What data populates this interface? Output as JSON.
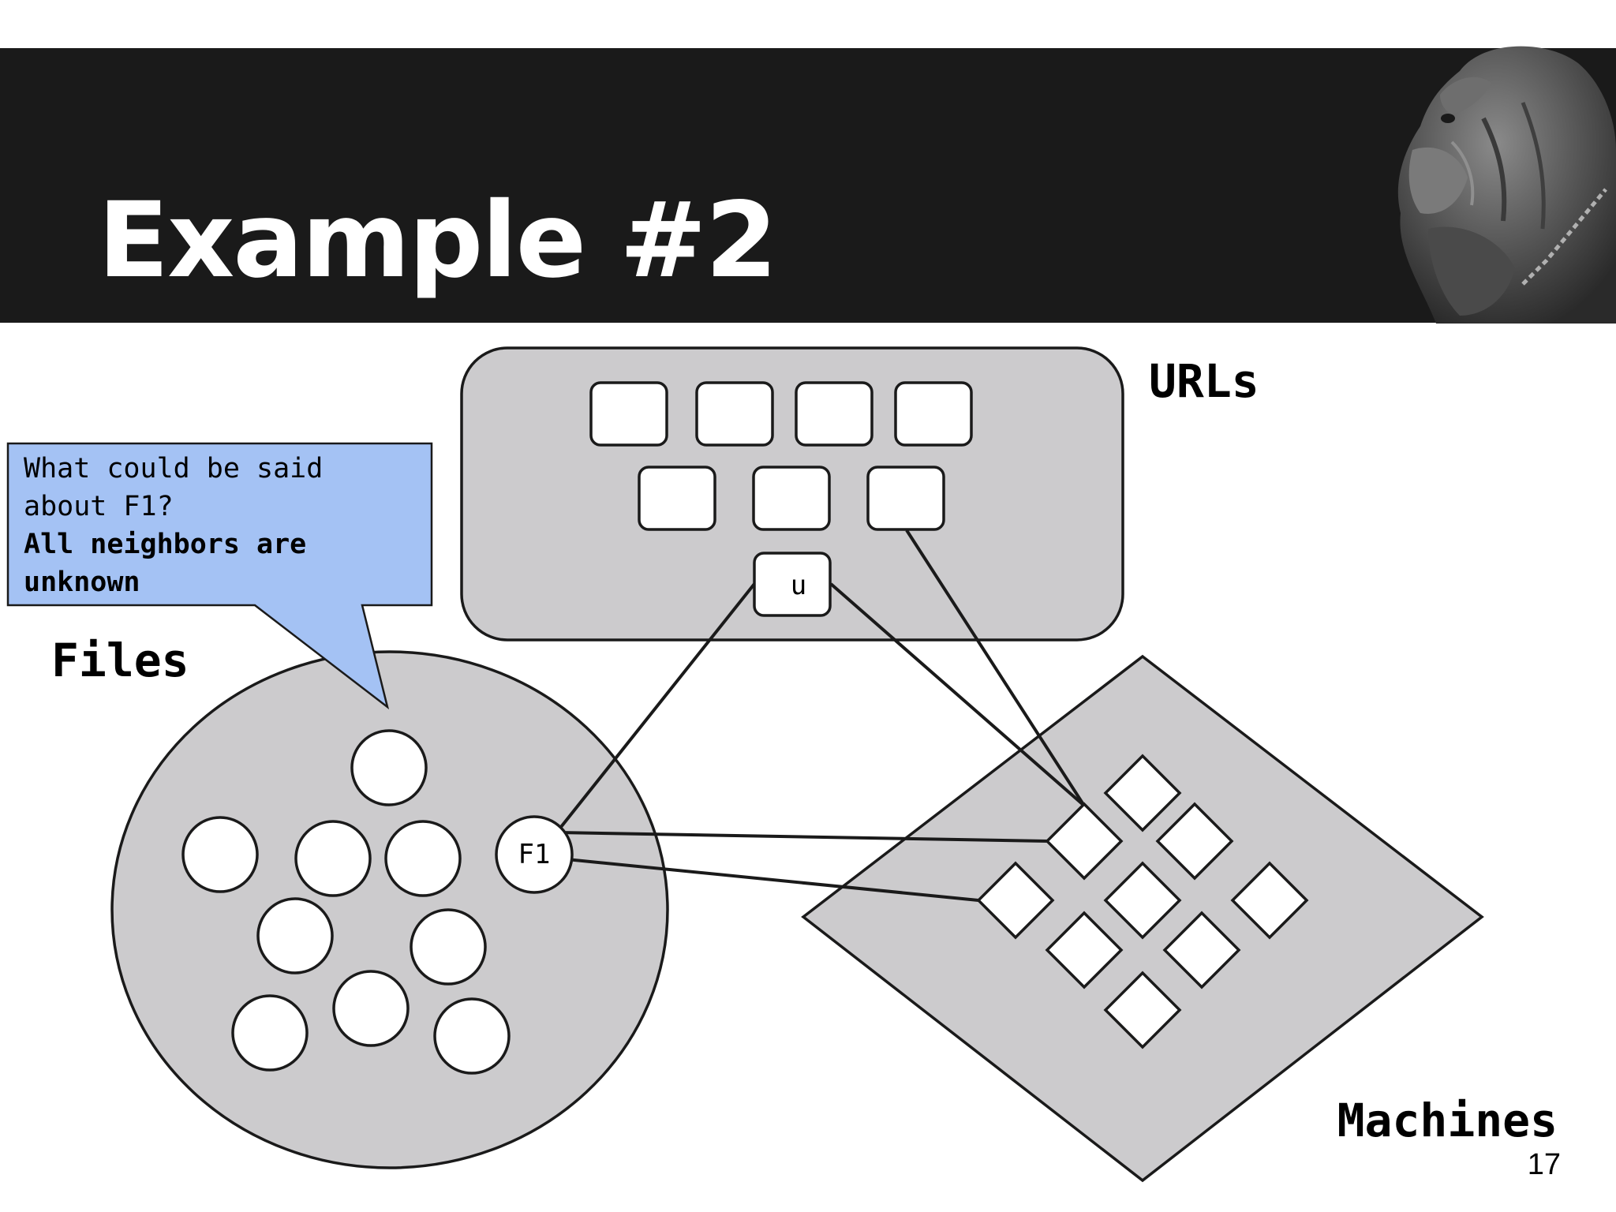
{
  "slide": {
    "title": "Example #2",
    "page_number": "17"
  },
  "callout": {
    "question_lines": [
      "What could be said",
      "about F1?"
    ],
    "answer_lines": [
      "All neighbors are",
      "unknown"
    ]
  },
  "groups": {
    "urls": "URLs",
    "files": "Files",
    "machines": "Machines"
  },
  "nodes": {
    "url_u": "u",
    "file_f1": "F1"
  },
  "colors": {
    "header": "#1a1a1a",
    "group_fill": "#cccbcd",
    "callout_fill": "#a4c2f4",
    "stroke": "#1a1a1a"
  }
}
